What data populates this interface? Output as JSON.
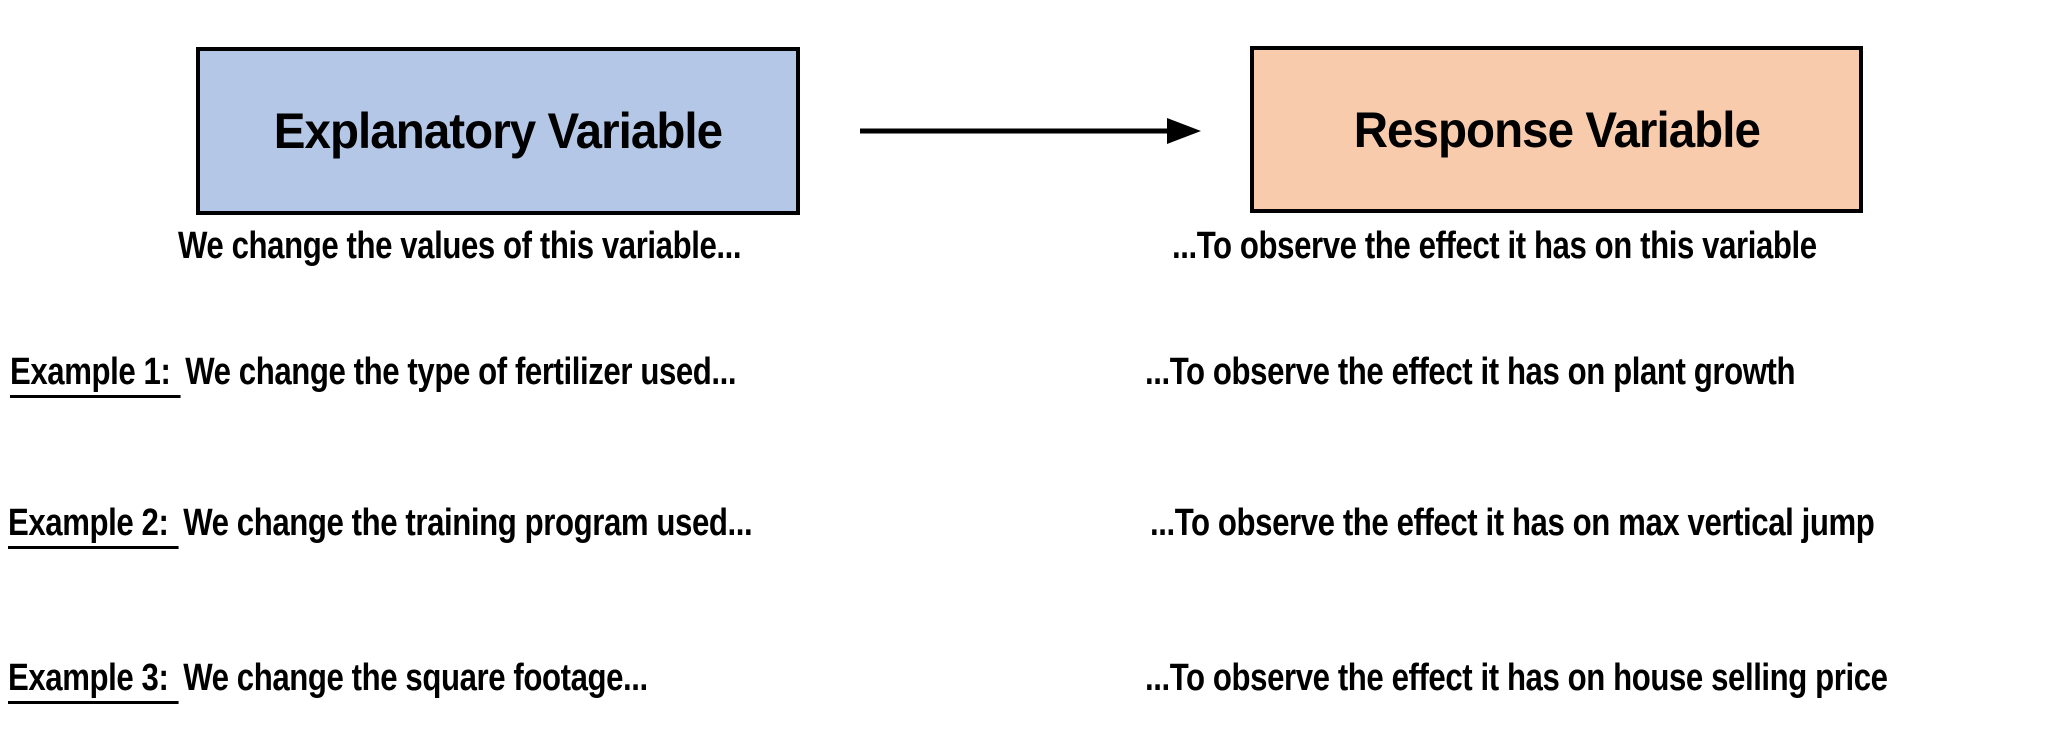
{
  "diagram": {
    "title_boxes": {
      "explanatory": {
        "label": "Explanatory Variable",
        "fill": "#b4c7e7"
      },
      "response": {
        "label": "Response Variable",
        "fill": "#f8cbad"
      }
    },
    "arrow": {
      "icon": "right-arrow",
      "color": "#000000"
    },
    "captions": {
      "left": "We change the values of this variable...",
      "right": "...To observe the effect it has on this variable"
    },
    "examples": [
      {
        "label": "Example 1:",
        "left_text": "We change the type of fertilizer used...",
        "right_text": "...To observe the effect it has on plant growth"
      },
      {
        "label": "Example 2:",
        "left_text": "We change the training program used...",
        "right_text": "...To observe the effect it has on max vertical jump"
      },
      {
        "label": "Example 3:",
        "left_text": "We change the square footage...",
        "right_text": "...To observe the effect it has on house selling price"
      }
    ],
    "colors": {
      "background": "#ffffff",
      "text": "#000000",
      "border": "#000000",
      "explanatory_fill": "#b4c7e7",
      "response_fill": "#f8cbad"
    }
  }
}
